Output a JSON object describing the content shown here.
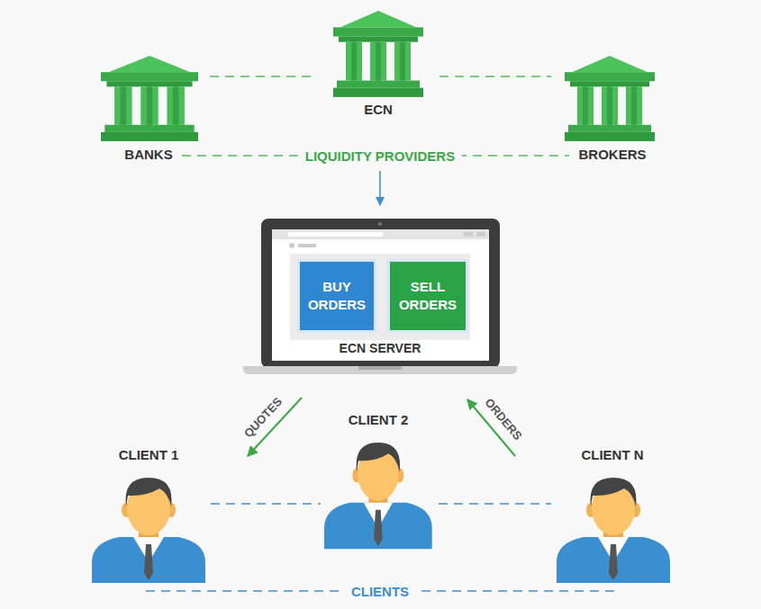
{
  "diagram": {
    "nodes": [
      {
        "text": [
          "BANKS"
        ]
      },
      {
        "text": [
          "ECN"
        ]
      },
      {
        "text": [
          "BROKERS"
        ]
      },
      {
        "text": [
          "ECN SERVER"
        ]
      },
      {
        "text": [
          "BUY ORDERS"
        ],
        "in": 3
      },
      {
        "text": [
          "SELL ORDERS"
        ],
        "in": 3
      },
      {
        "text": [
          "CLIENT 1"
        ]
      },
      {
        "text": [
          "CLIENT 2"
        ]
      },
      {
        "text": [
          "CLIENT N"
        ]
      }
    ],
    "edges": [
      {
        "from": 0,
        "to": 1,
        "arrow": "none"
      },
      {
        "from": 1,
        "to": 2,
        "arrow": "none"
      },
      {
        "from": 3,
        "to": 6,
        "label": "QUOTES",
        "arrow": "to"
      },
      {
        "from": 8,
        "to": 3,
        "label": "ORDERS",
        "arrow": "to"
      },
      {
        "from": 6,
        "to": 7,
        "arrow": "none"
      },
      {
        "from": 7,
        "to": 8,
        "arrow": "none"
      }
    ],
    "labels": [
      "LIQUIDITY PROVIDERS",
      "CLIENTS"
    ]
  }
}
